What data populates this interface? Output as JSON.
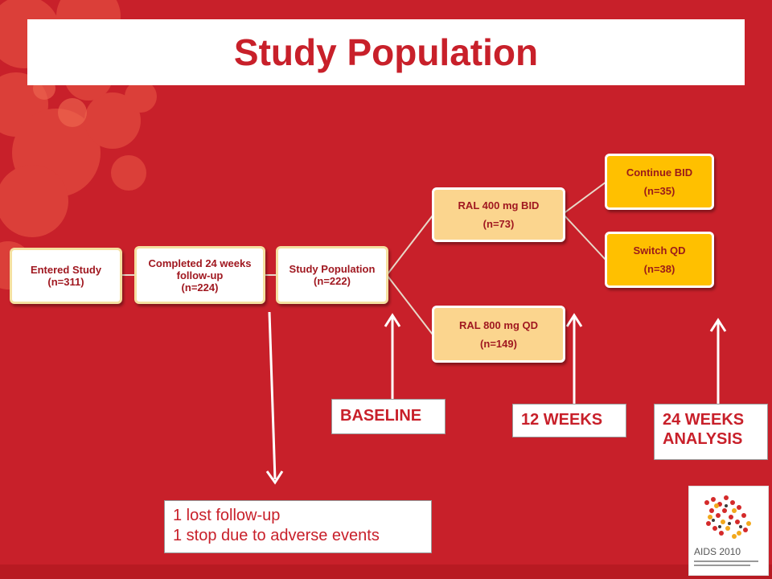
{
  "title": "Study Population",
  "nodes": {
    "entered": {
      "line1": "Entered Study",
      "line2": "(n=311)"
    },
    "completed": {
      "line1": "Completed 24 weeks follow-up",
      "line2": "(n=224)"
    },
    "population": {
      "line1": "Study Population",
      "line2": "(n=222)"
    },
    "ral400": {
      "line1": "RAL 400 mg BID",
      "line2": "(n=73)"
    },
    "ral800": {
      "line1": "RAL 800 mg QD",
      "line2": "(n=149)"
    },
    "continue_bid": {
      "line1": "Continue BID",
      "line2": "(n=35)"
    },
    "switch_qd": {
      "line1": "Switch QD",
      "line2": "(n=38)"
    }
  },
  "labels": {
    "baseline": "BASELINE",
    "week12": "12 WEEKS",
    "week24_line1": "24 WEEKS",
    "week24_line2": "ANALYSIS"
  },
  "note": {
    "line1": "1 lost follow-up",
    "line2": "1 stop due to adverse events"
  },
  "logo": {
    "text": "AIDS 2010"
  },
  "colors": {
    "background": "#c8202a",
    "title": "#c8202a",
    "gold_box": "#ffc000",
    "peach_box": "#fbd58e"
  }
}
